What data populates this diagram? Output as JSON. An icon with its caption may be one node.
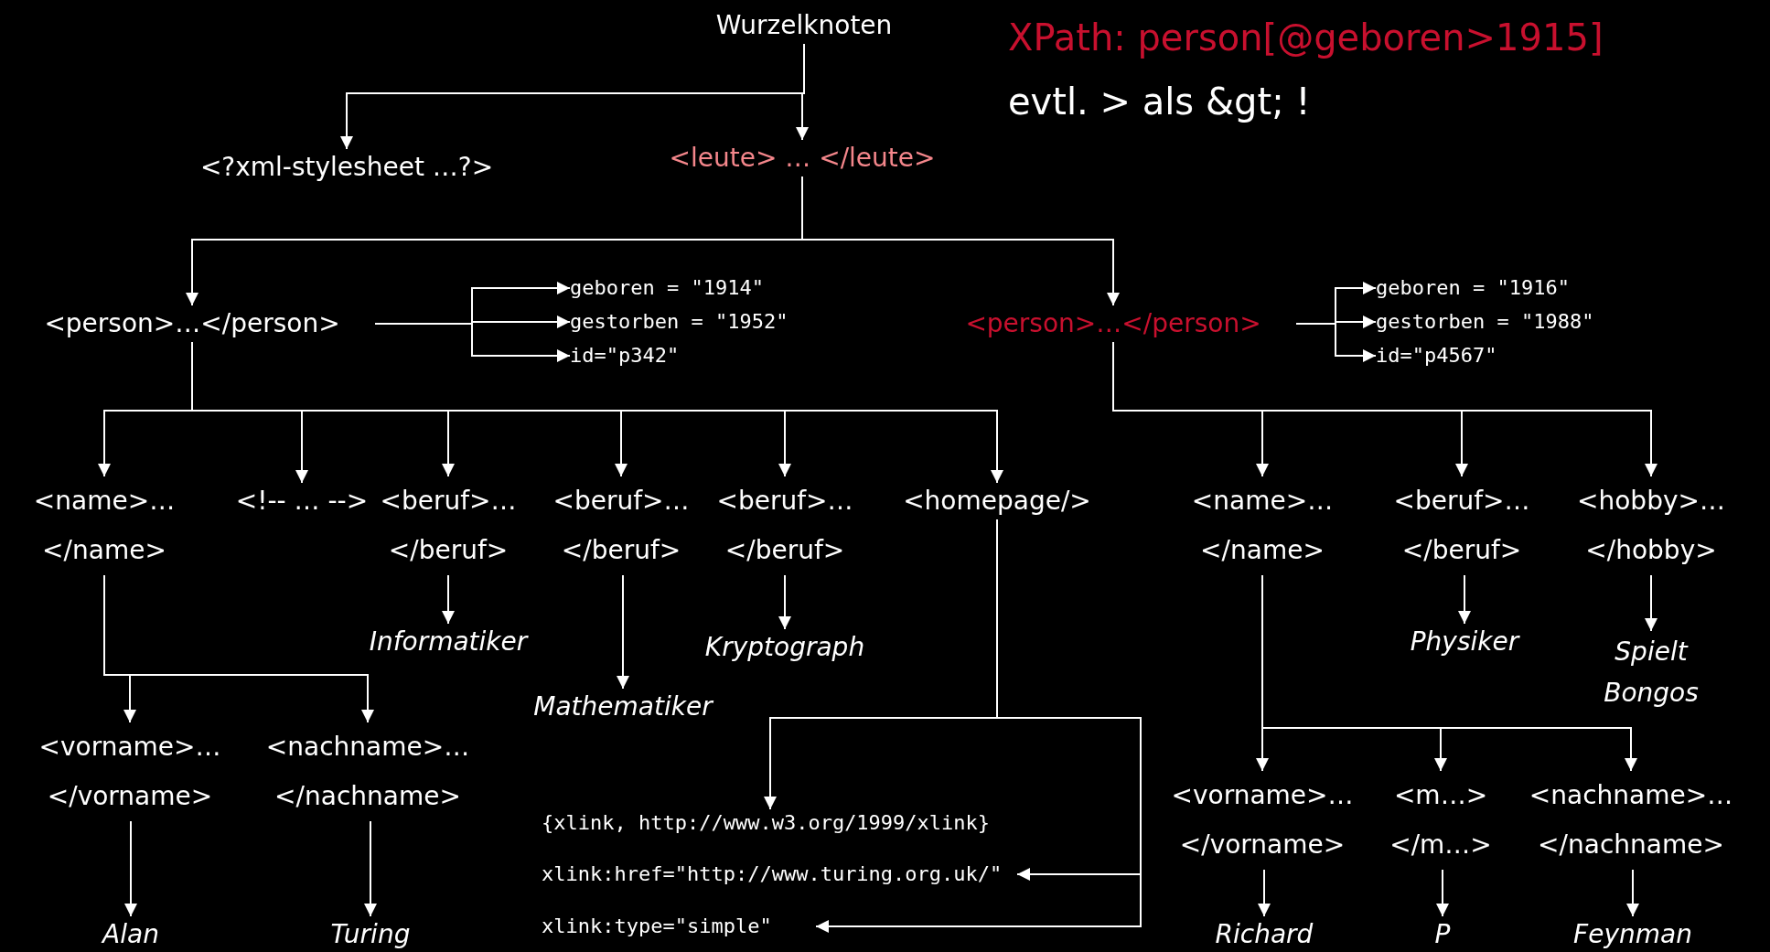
{
  "diagram": {
    "nodes": [
      {
        "text": [
          "Wurzelknoten"
        ]
      },
      {
        "text": [
          "<?xml-stylesheet …?>"
        ]
      },
      {
        "text": [
          "<leute> … </leute>"
        ]
      },
      {
        "text": [
          "<person>…</person>"
        ]
      },
      {
        "text": [
          "geboren = \"1914\""
        ]
      },
      {
        "text": [
          "gestorben = \"1952\""
        ]
      },
      {
        "text": [
          "id=\"p342\""
        ]
      },
      {
        "text": [
          "<person>…</person>"
        ]
      },
      {
        "text": [
          "geboren = \"1916\""
        ]
      },
      {
        "text": [
          "gestorben = \"1988\""
        ]
      },
      {
        "text": [
          "id=\"p4567\""
        ]
      },
      {
        "text": [
          "<name>… </name>"
        ]
      },
      {
        "text": [
          "<!-- … -->"
        ]
      },
      {
        "text": [
          "<beruf>… </beruf>"
        ]
      },
      {
        "text": [
          "<beruf>… </beruf>"
        ]
      },
      {
        "text": [
          "<beruf>… </beruf>"
        ]
      },
      {
        "text": [
          "<homepage/>"
        ]
      },
      {
        "text": [
          "<name>… </name>"
        ]
      },
      {
        "text": [
          "<beruf>… </beruf>"
        ]
      },
      {
        "text": [
          "<hobby>… </hobby>"
        ]
      },
      {
        "text": [
          "Informatiker"
        ]
      },
      {
        "text": [
          "Mathematiker"
        ]
      },
      {
        "text": [
          "Kryptograph"
        ]
      },
      {
        "text": [
          "Physiker"
        ]
      },
      {
        "text": [
          "Spielt Bongos"
        ]
      },
      {
        "text": [
          "<vorname>… </vorname>"
        ]
      },
      {
        "text": [
          "<nachname>… </nachname>"
        ]
      },
      {
        "text": [
          "{xlink, http://www.w3.org/1999/xlink}"
        ]
      },
      {
        "text": [
          "xlink:href=\"http://www.turing.org.uk/\""
        ]
      },
      {
        "text": [
          "xlink:type=\"simple\""
        ]
      },
      {
        "text": [
          "<vorname>… </vorname>"
        ]
      },
      {
        "text": [
          "<m…> </m…>"
        ]
      },
      {
        "text": [
          "<nachname>… </nachname>"
        ]
      },
      {
        "text": [
          "Alan"
        ]
      },
      {
        "text": [
          "Turing"
        ]
      },
      {
        "text": [
          "Richard"
        ]
      },
      {
        "text": [
          "P"
        ]
      },
      {
        "text": [
          "Feynman"
        ]
      }
    ],
    "edges": [
      {
        "from": 0,
        "to": 1,
        "arrow": "to"
      },
      {
        "from": 0,
        "to": 2,
        "arrow": "to"
      },
      {
        "from": 2,
        "to": 3,
        "arrow": "to"
      },
      {
        "from": 2,
        "to": 7,
        "arrow": "to"
      },
      {
        "from": 3,
        "to": 4,
        "arrow": "to"
      },
      {
        "from": 3,
        "to": 5,
        "arrow": "to"
      },
      {
        "from": 3,
        "to": 6,
        "arrow": "to"
      },
      {
        "from": 7,
        "to": 8,
        "arrow": "to"
      },
      {
        "from": 7,
        "to": 9,
        "arrow": "to"
      },
      {
        "from": 7,
        "to": 10,
        "arrow": "to"
      },
      {
        "from": 3,
        "to": 11,
        "arrow": "to"
      },
      {
        "from": 3,
        "to": 12,
        "arrow": "to"
      },
      {
        "from": 3,
        "to": 13,
        "arrow": "to"
      },
      {
        "from": 3,
        "to": 14,
        "arrow": "to"
      },
      {
        "from": 3,
        "to": 15,
        "arrow": "to"
      },
      {
        "from": 3,
        "to": 16,
        "arrow": "to"
      },
      {
        "from": 7,
        "to": 17,
        "arrow": "to"
      },
      {
        "from": 7,
        "to": 18,
        "arrow": "to"
      },
      {
        "from": 7,
        "to": 19,
        "arrow": "to"
      },
      {
        "from": 13,
        "to": 20,
        "arrow": "to"
      },
      {
        "from": 14,
        "to": 21,
        "arrow": "to"
      },
      {
        "from": 15,
        "to": 22,
        "arrow": "to"
      },
      {
        "from": 18,
        "to": 23,
        "arrow": "to"
      },
      {
        "from": 19,
        "to": 24,
        "arrow": "to"
      },
      {
        "from": 11,
        "to": 25,
        "arrow": "to"
      },
      {
        "from": 11,
        "to": 26,
        "arrow": "to"
      },
      {
        "from": 16,
        "to": 27,
        "arrow": "to"
      },
      {
        "from": 16,
        "to": 28,
        "arrow": "to"
      },
      {
        "from": 16,
        "to": 29,
        "arrow": "to"
      },
      {
        "from": 17,
        "to": 30,
        "arrow": "to"
      },
      {
        "from": 17,
        "to": 31,
        "arrow": "to"
      },
      {
        "from": 17,
        "to": 32,
        "arrow": "to"
      },
      {
        "from": 25,
        "to": 33,
        "arrow": "to"
      },
      {
        "from": 26,
        "to": 34,
        "arrow": "to"
      },
      {
        "from": 30,
        "to": 35,
        "arrow": "to"
      },
      {
        "from": 31,
        "to": 36,
        "arrow": "to"
      },
      {
        "from": 32,
        "to": 37,
        "arrow": "to"
      }
    ],
    "labels": [
      "XPath: person[@geboren>1915]",
      "evtl. > als &gt; !"
    ]
  }
}
